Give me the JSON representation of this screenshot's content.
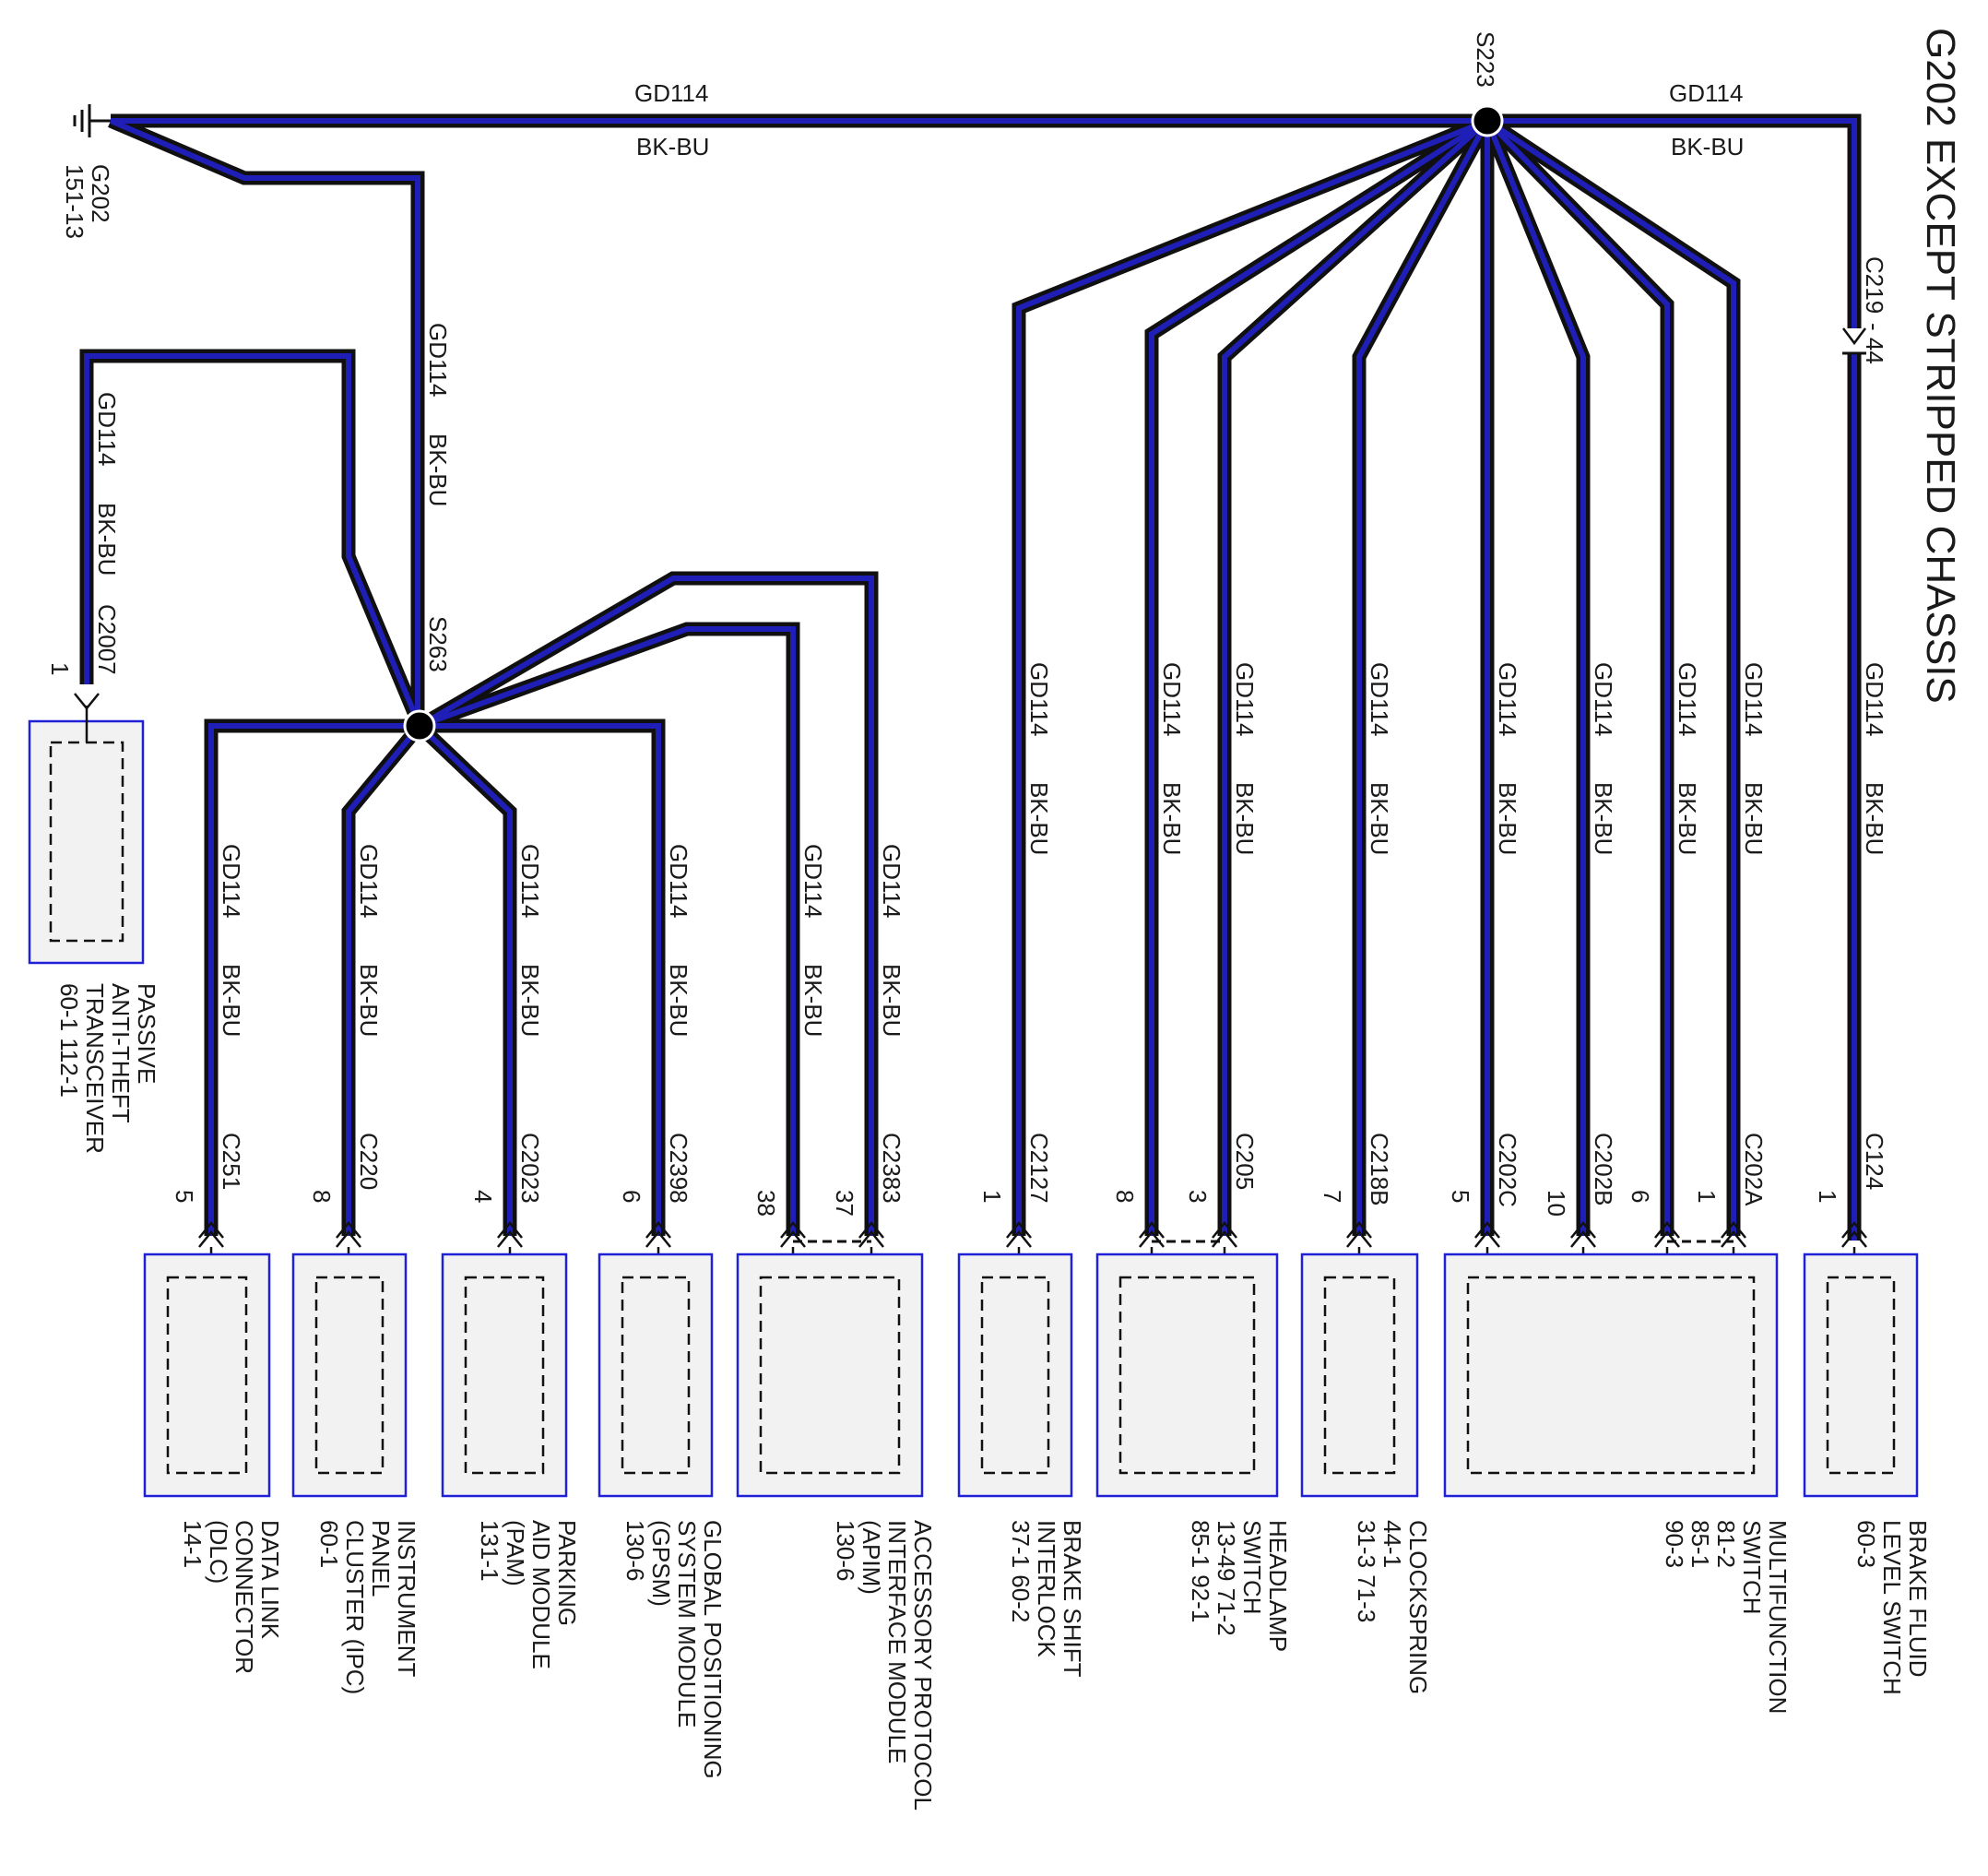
{
  "title": "G202 EXCEPT STRIPPED CHASSIS",
  "colors": {
    "wire_core": "#1f1fb8",
    "wire_jacket": "#101010",
    "component_border": "#2020d8",
    "component_fill": "#f2f2f2"
  },
  "ground": {
    "name": "G202",
    "ref": "151-13",
    "icon": "ground-symbol-icon"
  },
  "top_wire": {
    "circuit": "GD114",
    "color": "BK-BU"
  },
  "splices": {
    "s223": "S223",
    "s263": "S263"
  },
  "inline_connector": {
    "name": "C219",
    "pin": "- 44"
  },
  "pats": {
    "circuit": "GD114",
    "color": "BK-BU",
    "connector": "C2007",
    "pin": "1",
    "name_lines": [
      "PASSIVE",
      "ANTI-THEFT",
      "TRANSCEIVER"
    ],
    "ref_lines": [
      "60-1      112-1"
    ]
  },
  "branches": [
    {
      "id": "dlc",
      "circuit": "GD114",
      "color": "BK-BU",
      "connector": "C251",
      "pin": "5"
    },
    {
      "id": "ipc",
      "circuit": "GD114",
      "color": "BK-BU",
      "connector": "C220",
      "pin": "8"
    },
    {
      "id": "pam",
      "circuit": "GD114",
      "color": "BK-BU",
      "connector": "C2023",
      "pin": "4"
    },
    {
      "id": "gpsm",
      "circuit": "GD114",
      "color": "BK-BU",
      "connector": "C2398",
      "pin": "6"
    },
    {
      "id": "apim38",
      "circuit": "GD114",
      "color": "BK-BU",
      "connector": "",
      "pin": "38"
    },
    {
      "id": "apim37",
      "circuit": "GD114",
      "color": "BK-BU",
      "connector": "C2383",
      "pin": "37"
    },
    {
      "id": "bsi",
      "circuit": "GD114",
      "color": "BK-BU",
      "connector": "C2127",
      "pin": "1"
    },
    {
      "id": "hl8",
      "circuit": "GD114",
      "color": "BK-BU",
      "connector": "",
      "pin": "8"
    },
    {
      "id": "hl3",
      "circuit": "GD114",
      "color": "BK-BU",
      "connector": "C205",
      "pin": "3"
    },
    {
      "id": "cs",
      "circuit": "GD114",
      "color": "BK-BU",
      "connector": "C218B",
      "pin": "7"
    },
    {
      "id": "mf5",
      "circuit": "GD114",
      "color": "BK-BU",
      "connector": "C202C",
      "pin": "5"
    },
    {
      "id": "mf10",
      "circuit": "GD114",
      "color": "BK-BU",
      "connector": "C202B",
      "pin": "10"
    },
    {
      "id": "mf6",
      "circuit": "GD114",
      "color": "BK-BU",
      "connector": "",
      "pin": "6"
    },
    {
      "id": "mf1",
      "circuit": "GD114",
      "color": "BK-BU",
      "connector": "C202A",
      "pin": "1"
    },
    {
      "id": "bfl",
      "circuit": "GD114",
      "color": "BK-BU",
      "connector": "C124",
      "pin": "1"
    }
  ],
  "components": [
    {
      "id": "dlc",
      "name_lines": [
        "DATA LINK",
        "CONNECTOR",
        "(DLC)"
      ],
      "ref_lines": [
        "14-1"
      ]
    },
    {
      "id": "ipc",
      "name_lines": [
        "INSTRUMENT",
        "PANEL",
        "CLUSTER (IPC)"
      ],
      "ref_lines": [
        "60-1"
      ]
    },
    {
      "id": "pam",
      "name_lines": [
        "PARKING",
        "AID MODULE",
        "(PAM)"
      ],
      "ref_lines": [
        "131-1"
      ]
    },
    {
      "id": "gpsm",
      "name_lines": [
        "GLOBAL POSITIONING",
        "SYSTEM MODULE",
        "(GPSM)"
      ],
      "ref_lines": [
        "130-6"
      ]
    },
    {
      "id": "apim",
      "name_lines": [
        "ACCESSORY PROTOCOL",
        "INTERFACE MODULE",
        "(APIM)"
      ],
      "ref_lines": [
        "130-6"
      ]
    },
    {
      "id": "bsi",
      "name_lines": [
        "BRAKE SHIFT",
        "INTERLOCK"
      ],
      "ref_lines": [
        "37-1   60-2"
      ]
    },
    {
      "id": "hl",
      "name_lines": [
        "HEADLAMP",
        "SWITCH"
      ],
      "ref_lines": [
        "13-49    71-2",
        "85-1      92-1"
      ]
    },
    {
      "id": "cs",
      "name_lines": [
        "CLOCKSPRING"
      ],
      "ref_lines": [
        "44-1",
        "31-3      71-3"
      ]
    },
    {
      "id": "mf",
      "name_lines": [
        "MULTIFUNCTION",
        "SWITCH"
      ],
      "ref_lines": [
        "81-2",
        "85-1",
        "90-3"
      ]
    },
    {
      "id": "bfl",
      "name_lines": [
        "BRAKE FLUID",
        "LEVEL SWITCH"
      ],
      "ref_lines": [
        "60-3"
      ]
    }
  ]
}
